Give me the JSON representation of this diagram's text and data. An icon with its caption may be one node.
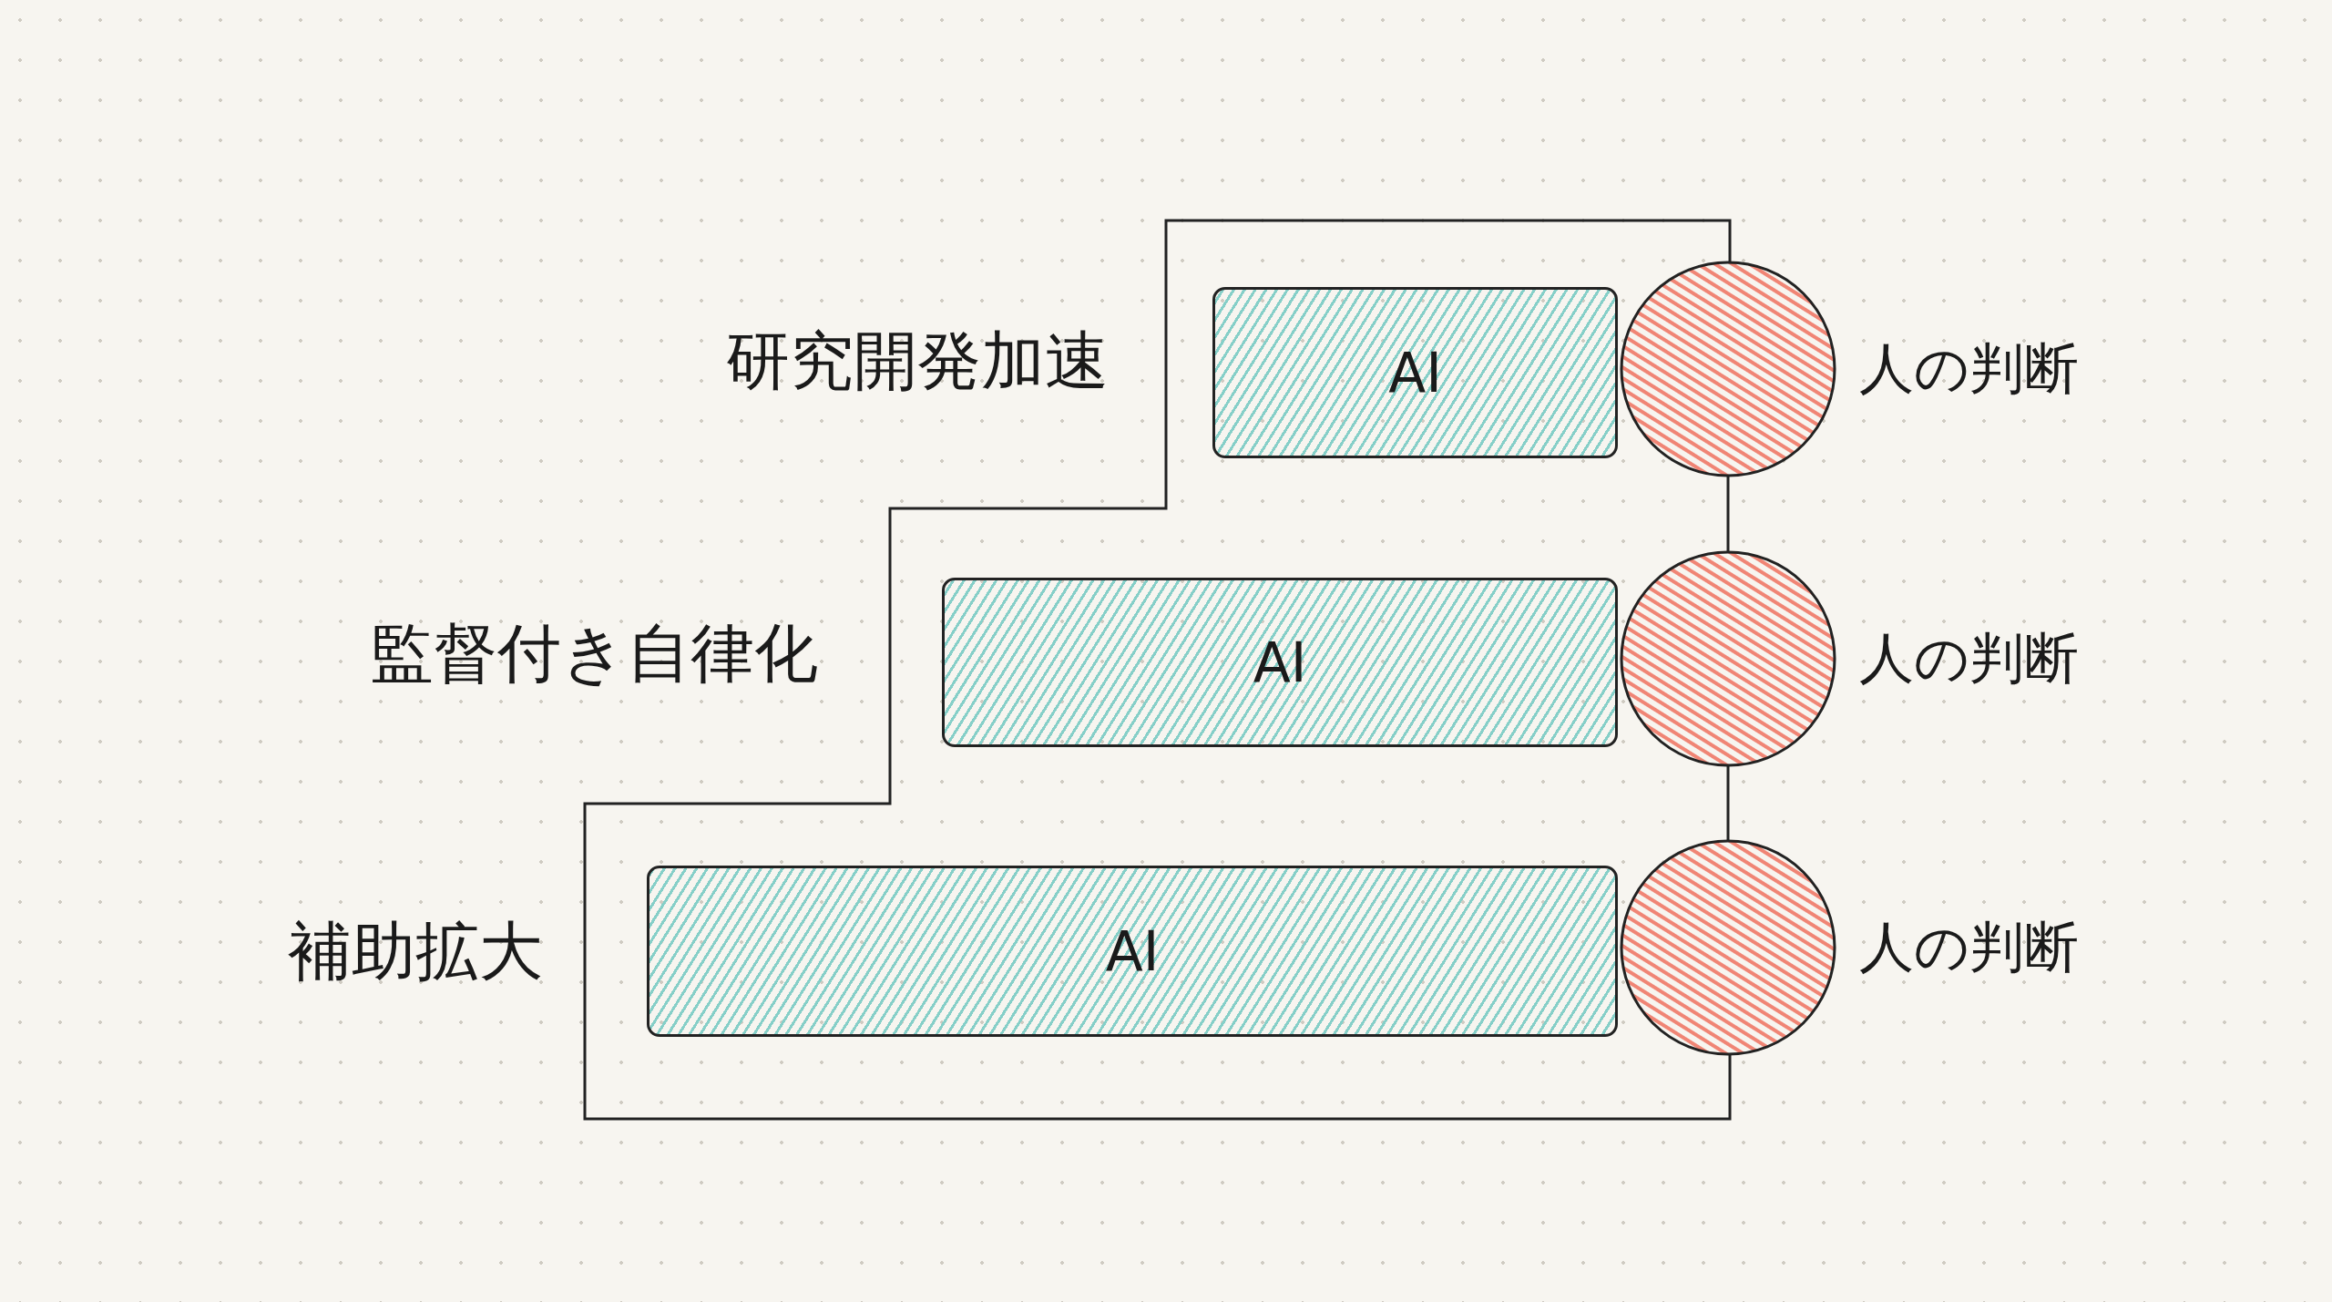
{
  "diagram": {
    "nodes": [
      {
        "text": [
          "AI"
        ]
      },
      {
        "text": [],
        "shape": "circle",
        "beside": [
          "人の判断"
        ]
      },
      {
        "text": [
          "AI"
        ]
      },
      {
        "text": [],
        "shape": "circle",
        "beside": [
          "人の判断"
        ]
      },
      {
        "text": [
          "AI"
        ]
      },
      {
        "text": [],
        "shape": "circle",
        "beside": [
          "人の判断"
        ]
      }
    ],
    "edges": [
      {
        "from": 1,
        "to": 3,
        "arrow": "none"
      },
      {
        "from": 3,
        "to": 5,
        "arrow": "none"
      }
    ],
    "labels": [
      "研究開発加速",
      "監督付き自律化",
      "補助拡大"
    ]
  }
}
